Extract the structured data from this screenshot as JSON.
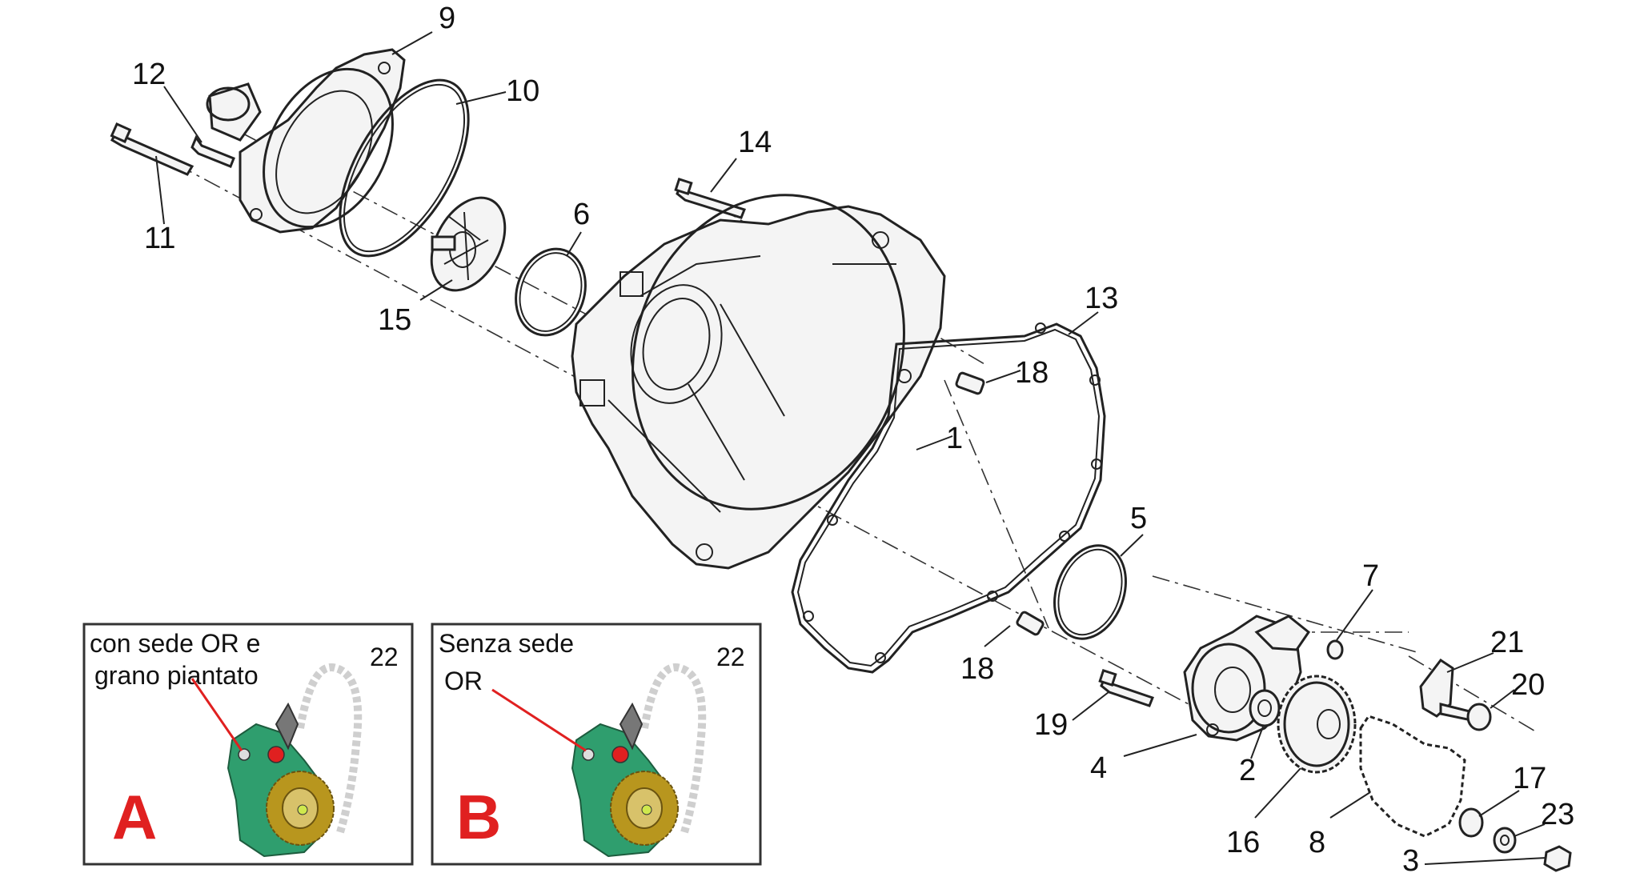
{
  "callouts": {
    "c1": "1",
    "c2": "2",
    "c3": "3",
    "c4": "4",
    "c5": "5",
    "c6": "6",
    "c7": "7",
    "c8": "8",
    "c9": "9",
    "c10": "10",
    "c11": "11",
    "c12": "12",
    "c13": "13",
    "c14": "14",
    "c15": "15",
    "c16": "16",
    "c17": "17",
    "c18a": "18",
    "c18b": "18",
    "c19": "19",
    "c20": "20",
    "c21": "21",
    "c23": "23"
  },
  "inset_a": {
    "line1": "con sede OR e",
    "line2": "grano piantato",
    "part_number": "22",
    "letter": "A",
    "letter_color": "#e02020"
  },
  "inset_b": {
    "line1": "Senza sede",
    "line2": "OR",
    "part_number": "22",
    "letter": "B",
    "letter_color": "#e02020"
  },
  "colors": {
    "pump_body": "#2f9e6e",
    "gear": "#b8961e",
    "marker": "#e02020",
    "chain": "#cfcfcf"
  }
}
